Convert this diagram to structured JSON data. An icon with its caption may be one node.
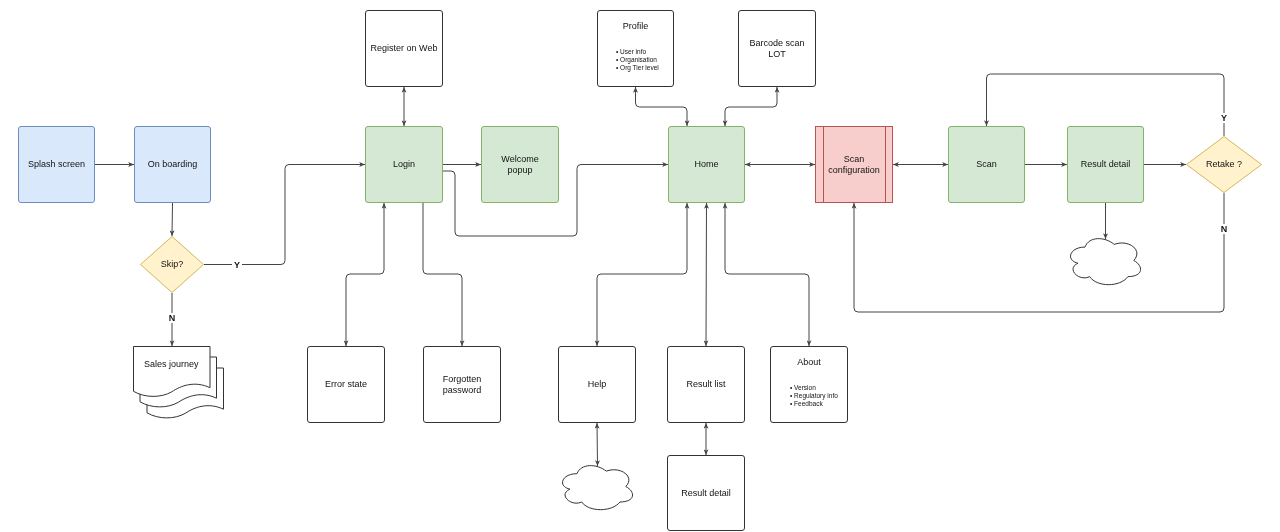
{
  "diagram": {
    "nodes": [
      {
        "text": [
          "Splash screen"
        ]
      },
      {
        "text": [
          "On boarding"
        ]
      },
      {
        "text": [
          "Skip?"
        ]
      },
      {
        "text": [
          "Sales journey"
        ]
      },
      {
        "text": [
          "Register on Web"
        ]
      },
      {
        "text": [
          "Login"
        ]
      },
      {
        "text": [
          "Welcome popup"
        ]
      },
      {
        "text": [
          "Error state"
        ]
      },
      {
        "text": [
          "Forgotten password"
        ]
      },
      {
        "text": [
          "Profile",
          "• User info",
          "• Organisation",
          "• Org Tier level"
        ]
      },
      {
        "text": [
          "Barcode scan LOT"
        ]
      },
      {
        "text": [
          "Home"
        ]
      },
      {
        "text": [
          "Help"
        ]
      },
      {
        "text": [
          "Result list"
        ]
      },
      {
        "text": [
          "About",
          "• Version",
          "• Regulatory info",
          "• Feedback"
        ]
      },
      {
        "text": [
          "Result detail"
        ]
      },
      {
        "text": [],
        "shape": "cloud"
      },
      {
        "text": [
          "Scan configuration"
        ]
      },
      {
        "text": [
          "Scan"
        ]
      },
      {
        "text": [
          "Result detail"
        ]
      },
      {
        "text": [
          "Retake ?"
        ]
      },
      {
        "text": [],
        "shape": "cloud"
      }
    ],
    "edges": [
      {
        "from": 0,
        "to": 1,
        "arrow": "to"
      },
      {
        "from": 1,
        "to": 2,
        "arrow": "to"
      },
      {
        "from": 2,
        "to": 5,
        "arrow": "to",
        "label": "Y"
      },
      {
        "from": 2,
        "to": 3,
        "arrow": "to",
        "label": "N"
      },
      {
        "from": 5,
        "to": 4,
        "arrow": "both"
      },
      {
        "from": 5,
        "to": 6,
        "arrow": "to"
      },
      {
        "from": 5,
        "to": 11,
        "arrow": "to"
      },
      {
        "from": 5,
        "to": 7,
        "arrow": "both"
      },
      {
        "from": 5,
        "to": 8,
        "arrow": "to"
      },
      {
        "from": 11,
        "to": 9,
        "arrow": "both"
      },
      {
        "from": 11,
        "to": 10,
        "arrow": "both"
      },
      {
        "from": 11,
        "to": 17,
        "arrow": "both"
      },
      {
        "from": 11,
        "to": 12,
        "arrow": "both"
      },
      {
        "from": 11,
        "to": 13,
        "arrow": "both"
      },
      {
        "from": 11,
        "to": 14,
        "arrow": "both"
      },
      {
        "from": 13,
        "to": 15,
        "arrow": "both"
      },
      {
        "from": 12,
        "to": 16,
        "arrow": "both"
      },
      {
        "from": 17,
        "to": 18,
        "arrow": "both"
      },
      {
        "from": 18,
        "to": 19,
        "arrow": "to"
      },
      {
        "from": 19,
        "to": 20,
        "arrow": "to"
      },
      {
        "from": 19,
        "to": 21,
        "arrow": "to"
      },
      {
        "from": 20,
        "to": 18,
        "arrow": "to",
        "label": "Y"
      },
      {
        "from": 20,
        "to": 17,
        "arrow": "to",
        "label": "N"
      }
    ]
  }
}
